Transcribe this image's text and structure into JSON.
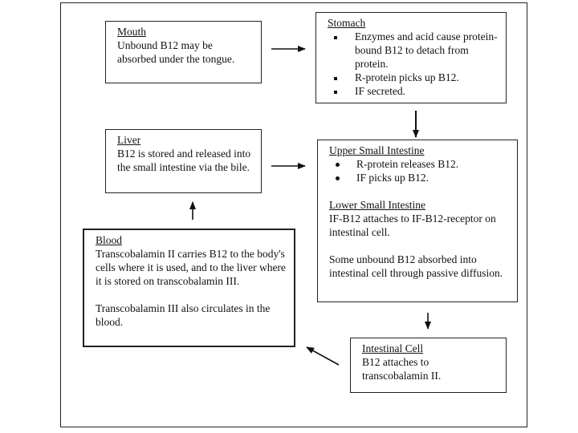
{
  "mouth": {
    "title": "Mouth",
    "text": "Unbound B12 may be absorbed under the tongue."
  },
  "stomach": {
    "title": "Stomach",
    "items": [
      "Enzymes and acid cause protein-bound B12 to detach from protein.",
      "R-protein picks up B12.",
      "IF secreted."
    ]
  },
  "liver": {
    "title": "Liver",
    "text": "B12 is stored and released into the small intestine via the bile."
  },
  "upper_small_intestine": {
    "title": "Upper Small Intestine",
    "items": [
      "R-protein releases B12.",
      "IF picks up B12."
    ]
  },
  "lower_small_intestine": {
    "title": "Lower Small Intestine",
    "text": "IF-B12 attaches to IF-B12-receptor on intestinal cell.",
    "text2": "Some unbound B12 absorbed into intestinal cell through passive diffusion."
  },
  "blood": {
    "title": "Blood",
    "text": "Transcobalamin II carries B12 to the body's cells where it is used, and to the liver where it is stored on transcobalamin III.",
    "text2": "Transcobalamin III also circulates in the blood."
  },
  "intestinal_cell": {
    "title": "Intestinal Cell",
    "text": "B12 attaches to transcobalamin II."
  }
}
